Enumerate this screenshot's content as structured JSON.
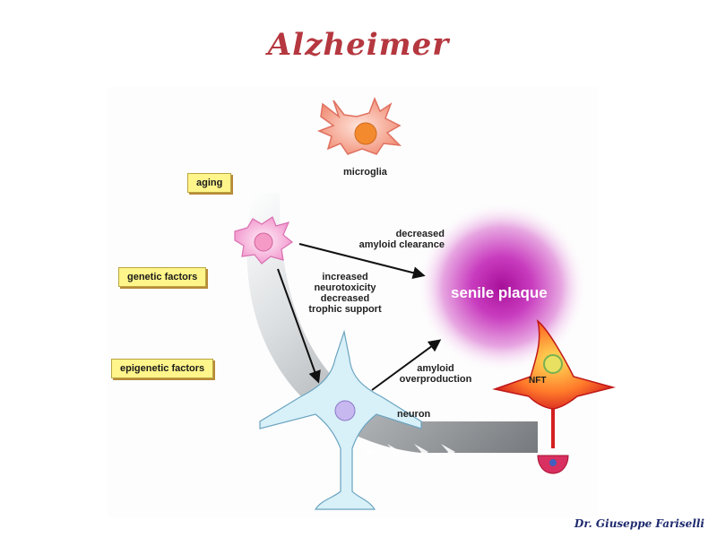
{
  "title": "Alzheimer",
  "author": "Dr. Giuseppe Fariselli",
  "factors": [
    "aging",
    "genetic factors",
    "epigenetic factors"
  ],
  "cells": {
    "microglia": "microglia",
    "neuron": "neuron",
    "nft": "NFT",
    "plaque": "senile plaque"
  },
  "annotations": {
    "clearance": [
      "decreased",
      "amyloid clearance"
    ],
    "toxicity": [
      "increased",
      "neurotoxicity",
      "decreased",
      "trophic support"
    ],
    "overproduction": [
      "amyloid",
      "overproduction"
    ]
  },
  "colors": {
    "title": "#b5373f",
    "factor_box": "#fff58a",
    "plaque": "#c01fb0",
    "neuron": "#d8f0f8",
    "microglia": "#f08a70",
    "author": "#1e2a6e"
  }
}
